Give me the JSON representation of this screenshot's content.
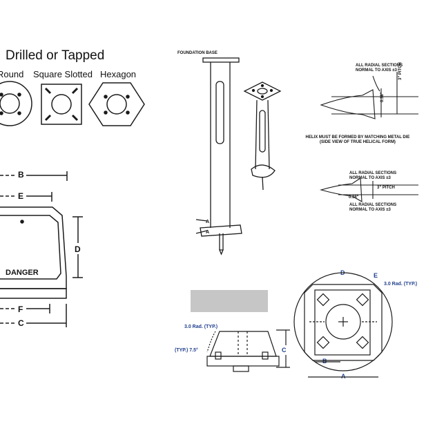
{
  "left_panel": {
    "title": "Drilled or Tapped",
    "shapes": [
      "Round",
      "Square Slotted",
      "Hexagon"
    ],
    "dim_labels": {
      "b": "B",
      "e": "E",
      "d": "D",
      "f": "F",
      "c": "C"
    },
    "plate_text": "DANGER"
  },
  "anchor_panel": {
    "foundation_base": "FOUNDATION BASE",
    "section_a": "A",
    "radial_note_top": [
      "ALL RADIAL SECTIONS",
      "NORMAL TO AXIS ±3"
    ],
    "pitch_top": "3\" PITCH",
    "dim_top": "0.38\"",
    "helix_note": [
      "HELIX MUST BE FORMED BY MATCHING METAL DIE",
      "(SIDE VIEW OF TRUE HELICAL FORM)"
    ],
    "radial_note_mid": [
      "ALL RADIAL SECTIONS",
      "NORMAL TO AXIS ±3"
    ],
    "pitch_mid": "3\" PITCH",
    "dim_mid": "0.38\"",
    "radial_note_bottom": [
      "ALL RADIAL SECTIONS",
      "NORMAL TO AXIS ±3"
    ]
  },
  "base_panel": {
    "rad_left": "3.0 Rad. (TYP.)",
    "angle": "(TYP.) 7.5°",
    "dim_c": "C",
    "dim_d": "D",
    "dim_e": "E",
    "rad_right": "3.0 Rad. (TYP.)",
    "dim_b": "B",
    "dim_a": "A"
  },
  "colors": {
    "line": "#1a1a1a",
    "blue_text": "#1f3f8c",
    "gray_block": "#c6c6c6"
  }
}
